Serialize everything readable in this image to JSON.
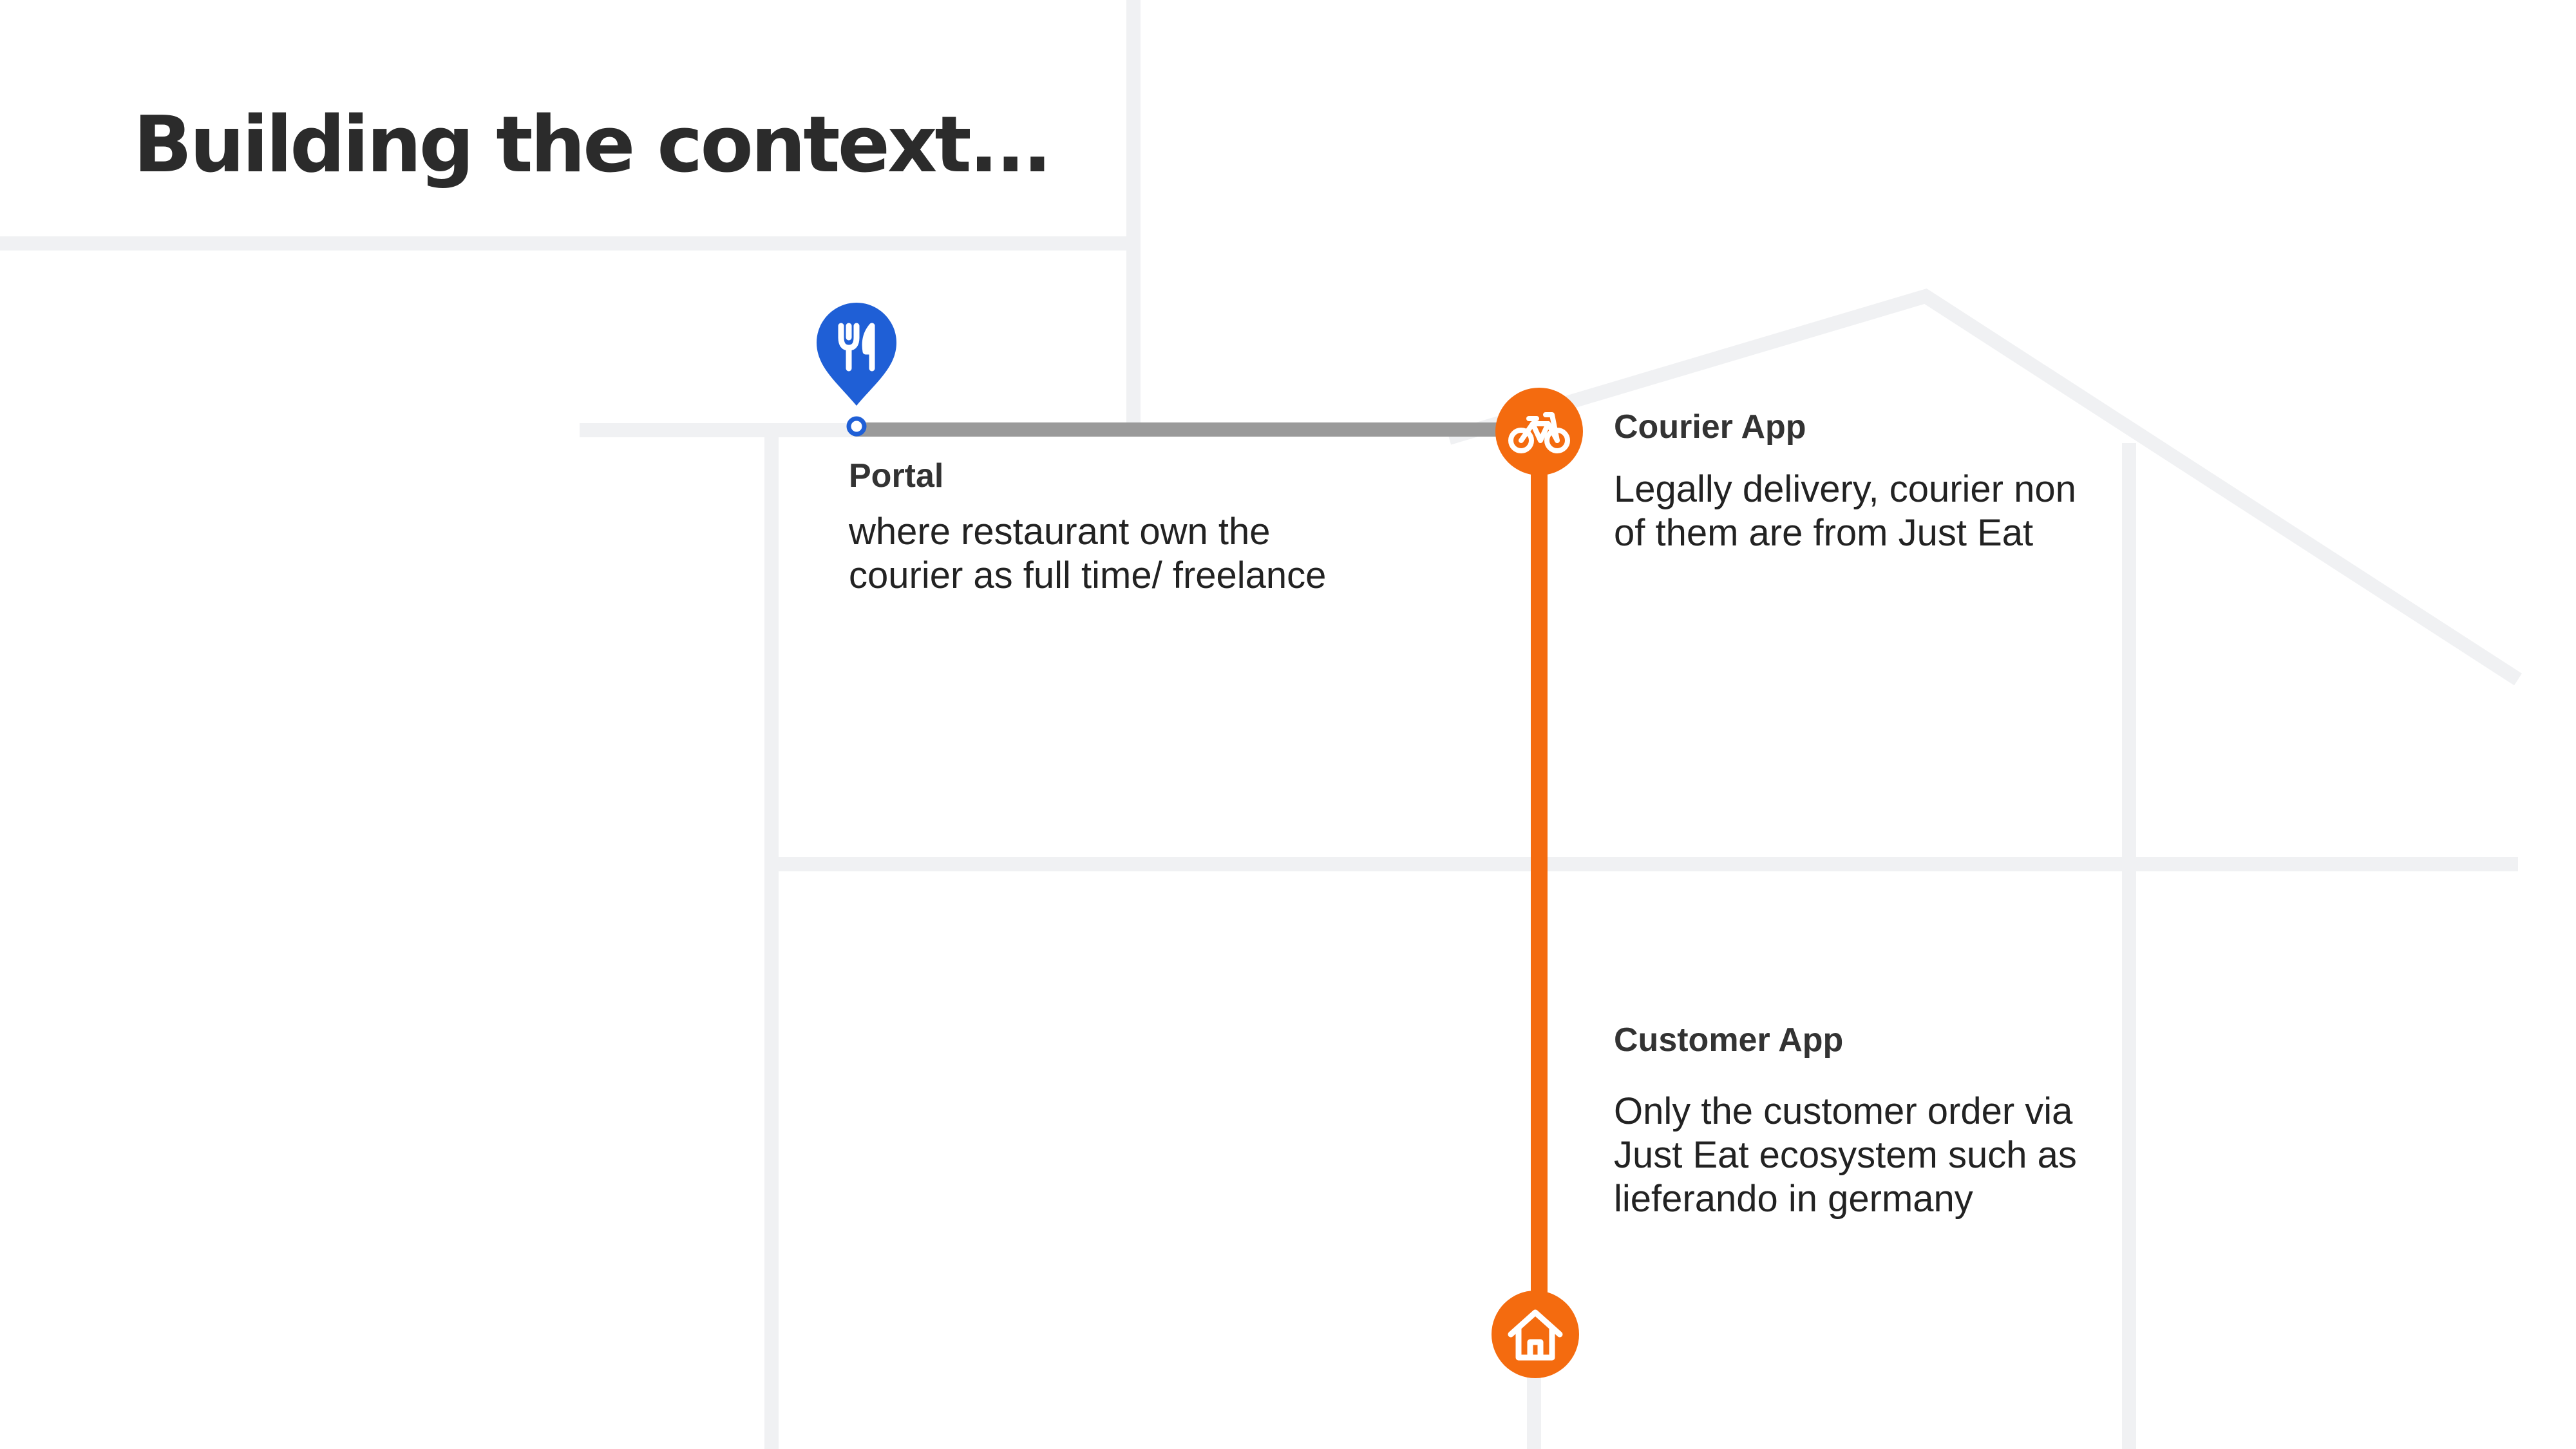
{
  "title": "Building the context...",
  "colors": {
    "restaurant_blue": "#1f5fd6",
    "delivery_orange": "#f46b0f",
    "route_gray": "#9a9a9a",
    "map_lines": "#f0f1f3",
    "text_dark": "#2b2b2b"
  },
  "nodes": {
    "portal": {
      "icon": "fork-knife-icon",
      "label": "Portal",
      "description": "where restaurant own the courier as full time/ freelance"
    },
    "courier_app": {
      "icon": "bicycle-icon",
      "label": "Courier App",
      "description": "Legally delivery, courier non of them are from Just Eat"
    },
    "customer_app": {
      "icon": "home-icon",
      "label": "Customer App",
      "description": "Only the customer order via Just Eat ecosystem such as lieferando in germany"
    }
  }
}
